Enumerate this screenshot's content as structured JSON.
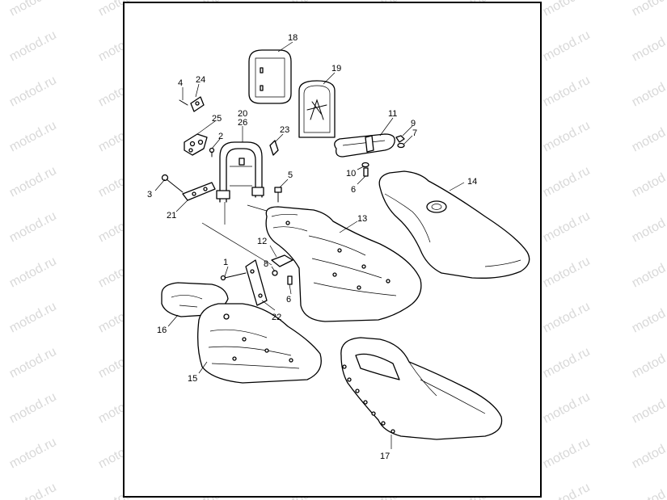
{
  "watermark": "motod.ru",
  "callouts": {
    "c1": "1",
    "c2": "2",
    "c3": "3",
    "c4": "4",
    "c5": "5",
    "c6a": "6",
    "c6b": "6",
    "c7": "7",
    "c8": "8",
    "c9": "9",
    "c10": "10",
    "c11": "11",
    "c12": "12",
    "c13": "13",
    "c14": "14",
    "c15": "15",
    "c16": "16",
    "c17": "17",
    "c18": "18",
    "c19": "19",
    "c20": "20",
    "c21": "21",
    "c22": "22",
    "c23": "23",
    "c24": "24",
    "c25": "25",
    "c26": "26"
  },
  "colors": {
    "line": "#000000",
    "watermark": "#d9d9d9",
    "background": "#ffffff"
  }
}
